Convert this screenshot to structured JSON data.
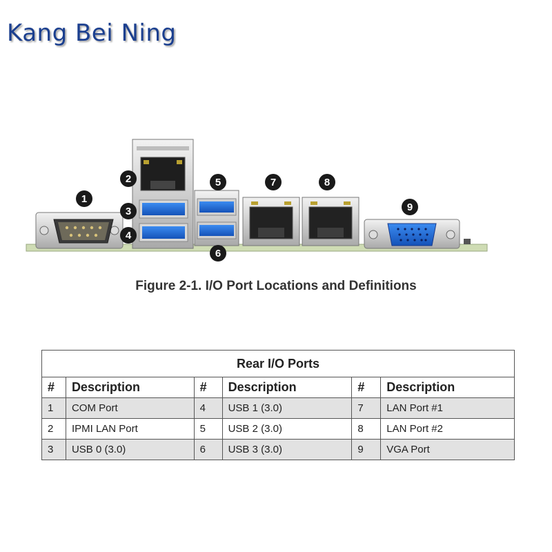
{
  "watermark": "Kang Bei Ning",
  "figure": {
    "caption": "Figure 2-1. I/O Port Locations and Definitions",
    "callouts": [
      "1",
      "2",
      "3",
      "4",
      "5",
      "6",
      "7",
      "8",
      "9"
    ]
  },
  "table": {
    "title": "Rear I/O Ports",
    "headers": [
      "#",
      "Description",
      "#",
      "Description",
      "#",
      "Description"
    ],
    "rows": [
      [
        "1",
        "COM Port",
        "4",
        "USB 1 (3.0)",
        "7",
        "LAN Port #1"
      ],
      [
        "2",
        "IPMI LAN Port",
        "5",
        "USB 2 (3.0)",
        "8",
        "LAN Port #2"
      ],
      [
        "3",
        "USB 0 (3.0)",
        "6",
        "USB 3 (3.0)",
        "9",
        "VGA Port"
      ]
    ]
  },
  "colors": {
    "watermark": "#1b3f8f",
    "usb_blue": "#1e6bd6",
    "vga_blue": "#2d4fd0",
    "board": "#cfdcb4"
  }
}
